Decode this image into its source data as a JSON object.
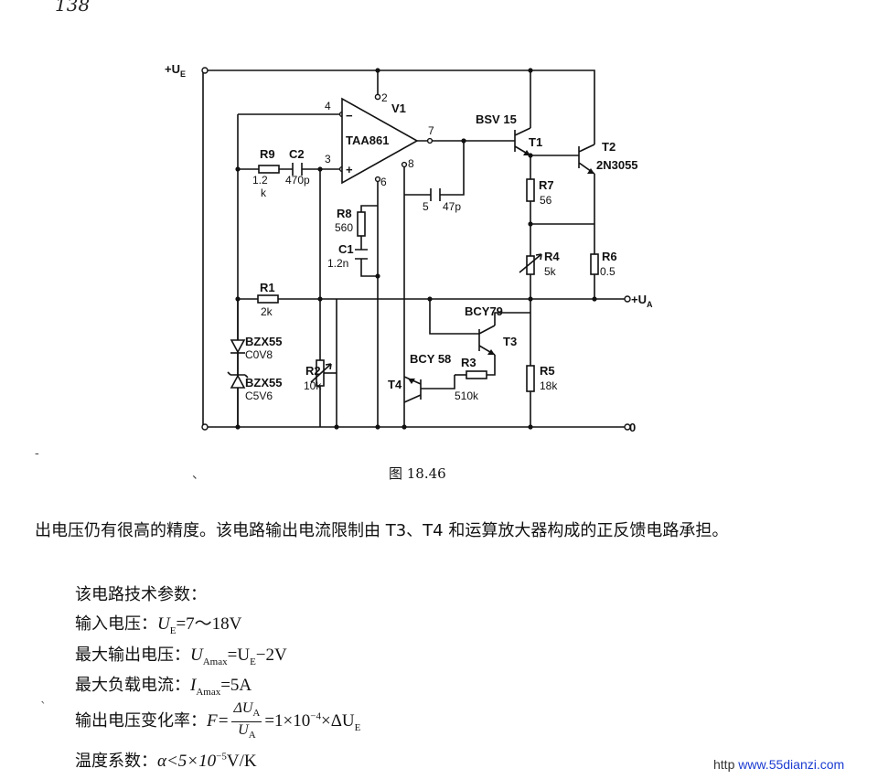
{
  "page_number": "138",
  "circuit": {
    "labels": {
      "ue_in": "+U",
      "ue_in_sub": "E",
      "ua_out": "+U",
      "ua_out_sub": "A",
      "gnd_terminal": "0",
      "opamp": "TAA861",
      "v1": "V1",
      "pin2": "2",
      "pin3": "3",
      "pin4": "4",
      "pin5": "5",
      "pin6": "6",
      "pin7": "7",
      "pin8": "8",
      "minus": "−",
      "plus": "+",
      "r9": "R9",
      "r9_val1": "1.2",
      "r9_val2": "k",
      "c2": "C2",
      "c2_val": "470p",
      "r8": "R8",
      "r8_val": "560",
      "c1": "C1",
      "c1_val": "1.2n",
      "c_47p": "47p",
      "r1": "R1",
      "r1_val": "2k",
      "d1": "BZX55",
      "d1_val": "C0V8",
      "d2": "BZX55",
      "d2_val": "C5V6",
      "r2": "R2",
      "r2_val": "10k",
      "t1_type": "BSV 15",
      "t1": "T1",
      "t2": "T2",
      "t2_type": "2N3055",
      "r7": "R7",
      "r7_val": "56",
      "r4": "R4",
      "r4_val": "5k",
      "r6": "R6",
      "r6_val": "0.5",
      "t3_type": "BCY79",
      "t3": "T3",
      "t4_type": "BCY 58",
      "t4": "T4",
      "r3": "R3",
      "r3_val": "510k",
      "r5": "R5",
      "r5_val": "18k"
    }
  },
  "figure_caption": "图 18.46",
  "body_text": {
    "paragraph": "出电压仍有很高的精度。该电路输出电流限制由 T3、T4 和运算放大器构成的正反馈电路承担。",
    "params_title": "该电路技术参数："
  },
  "params": [
    {
      "label": "输入电压：",
      "expr_a": "U",
      "sub_a": "E",
      "rest": "=7～18V"
    },
    {
      "label": "最大输出电压：",
      "expr_a": "U",
      "sub_a": "Amax",
      "mid": "=U",
      "sub_b": "E",
      "rest": "−2V"
    },
    {
      "label": "最大负载电流：",
      "expr_a": "I",
      "sub_a": "Amax",
      "rest": "=5A"
    },
    {
      "label": "输出电压变化率：",
      "expr_a": "F=",
      "frac_num": "ΔU",
      "frac_num_sub": "A",
      "frac_den": "U",
      "frac_den_sub": "A",
      "rest": "=1×10",
      "exp": "−4",
      "tail": "×ΔU",
      "tail_sub": "E"
    },
    {
      "label": "温度系数：",
      "expr_a": "α<5×10",
      "exp": "−5",
      "rest": "V/K"
    }
  ],
  "watermark": {
    "prefix": "http",
    "site": "www.55dianzi.com"
  }
}
